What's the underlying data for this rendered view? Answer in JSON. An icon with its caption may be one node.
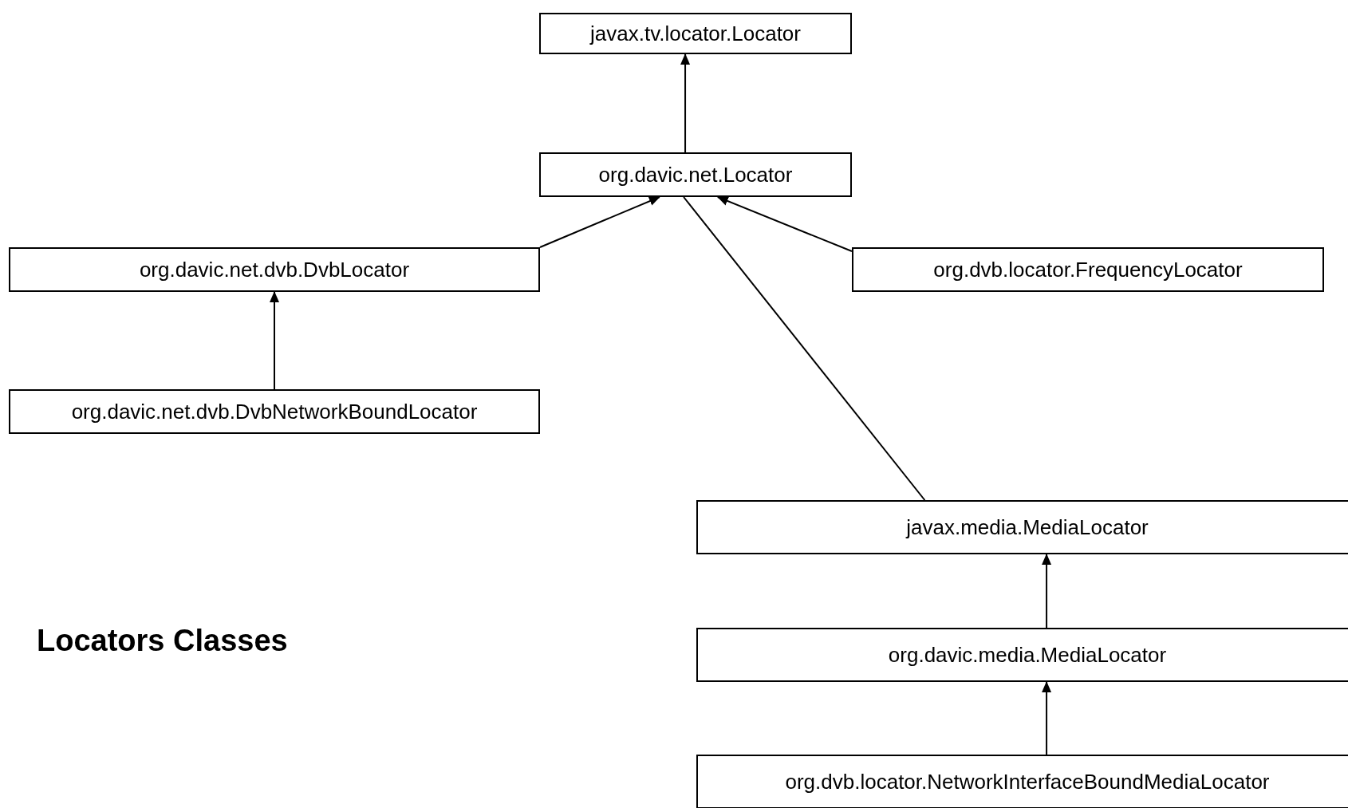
{
  "diagram": {
    "nodes": [
      {
        "text": [
          "javax.tv.locator.Locator"
        ]
      },
      {
        "text": [
          "org.davic.net.Locator"
        ]
      },
      {
        "text": [
          "org.davic.net.dvb.DvbLocator"
        ]
      },
      {
        "text": [
          "org.dvb.locator.FrequencyLocator"
        ]
      },
      {
        "text": [
          "org.davic.net.dvb.DvbNetworkBoundLocator"
        ]
      },
      {
        "text": [
          "javax.media.MediaLocator"
        ]
      },
      {
        "text": [
          "org.davic.media.MediaLocator"
        ]
      },
      {
        "text": [
          "org.dvb.locator.NetworkInterfaceBoundMediaLocator"
        ]
      }
    ],
    "edges": [
      {
        "from": 1,
        "to": 0,
        "arrow": "to"
      },
      {
        "from": 2,
        "to": 1,
        "arrow": "to"
      },
      {
        "from": 3,
        "to": 1,
        "arrow": "to"
      },
      {
        "from": 4,
        "to": 2,
        "arrow": "to"
      },
      {
        "from": 5,
        "to": 1,
        "arrow": "none"
      },
      {
        "from": 6,
        "to": 5,
        "arrow": "to"
      },
      {
        "from": 7,
        "to": 6,
        "arrow": "to"
      }
    ],
    "title": "Locators Classes"
  }
}
